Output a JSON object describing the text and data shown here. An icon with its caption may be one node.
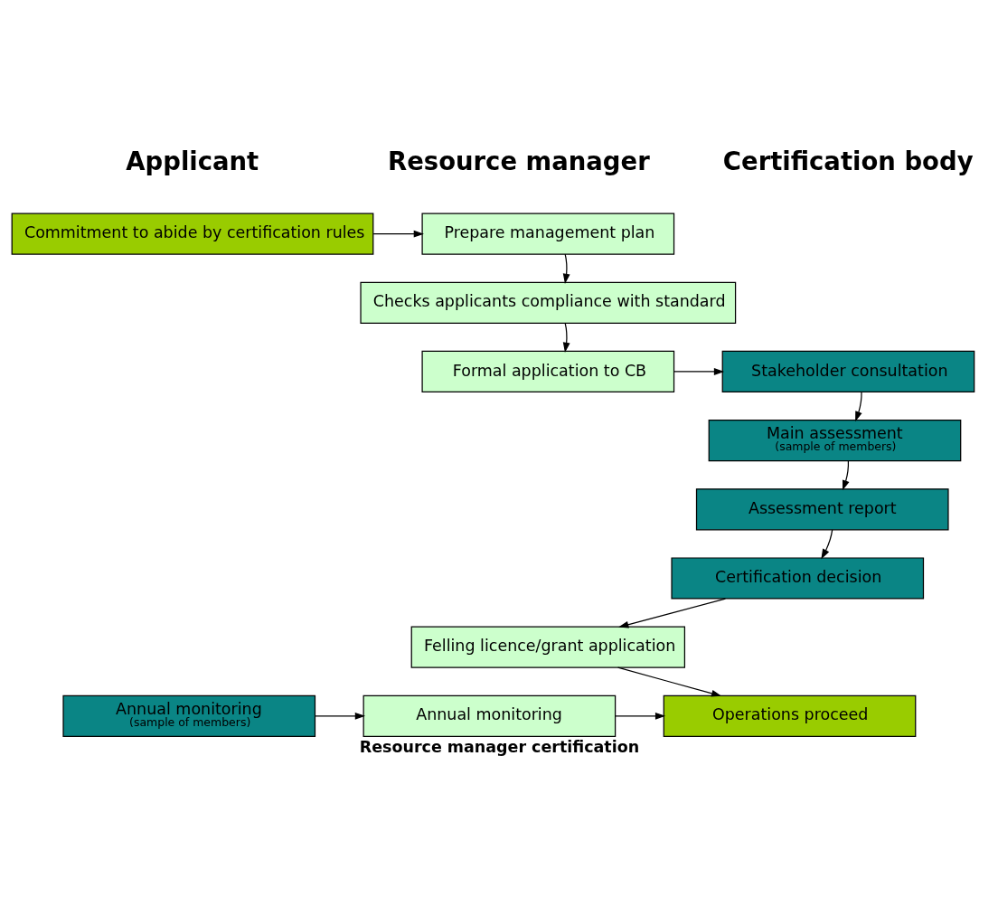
{
  "diagram": {
    "caption": "Resource manager certification",
    "nodes": [
      {
        "text": [
          "Commitment to abide by certification rules"
        ]
      },
      {
        "text": [
          "Prepare management plan"
        ]
      },
      {
        "text": [
          "Checks applicants compliance with standard"
        ]
      },
      {
        "text": [
          "Formal application to CB"
        ]
      },
      {
        "text": [
          "Stakeholder consultation"
        ]
      },
      {
        "text": [
          "Main assessment",
          "(sample of members)"
        ]
      },
      {
        "text": [
          "Assessment report"
        ]
      },
      {
        "text": [
          "Certification decision"
        ]
      },
      {
        "text": [
          "Felling licence/grant application"
        ]
      },
      {
        "text": [
          "Operations proceed"
        ]
      },
      {
        "text": [
          "Annual monitoring"
        ]
      },
      {
        "text": [
          "Annual monitoring",
          "(sample of members)"
        ]
      }
    ],
    "edges": [
      {
        "from": 0,
        "to": 1,
        "arrow": "to"
      },
      {
        "from": 1,
        "to": 2,
        "arrow": "to"
      },
      {
        "from": 2,
        "to": 3,
        "arrow": "to"
      },
      {
        "from": 3,
        "to": 4,
        "arrow": "to"
      },
      {
        "from": 4,
        "to": 5,
        "arrow": "to"
      },
      {
        "from": 5,
        "to": 6,
        "arrow": "to"
      },
      {
        "from": 6,
        "to": 7,
        "arrow": "to"
      },
      {
        "from": 7,
        "to": 8,
        "arrow": "to"
      },
      {
        "from": 8,
        "to": 9,
        "arrow": "to"
      },
      {
        "from": 11,
        "to": 10,
        "arrow": "to"
      },
      {
        "from": 10,
        "to": 9,
        "arrow": "to"
      }
    ],
    "labels": [
      "Applicant",
      "Resource manager",
      "Certification body"
    ]
  }
}
